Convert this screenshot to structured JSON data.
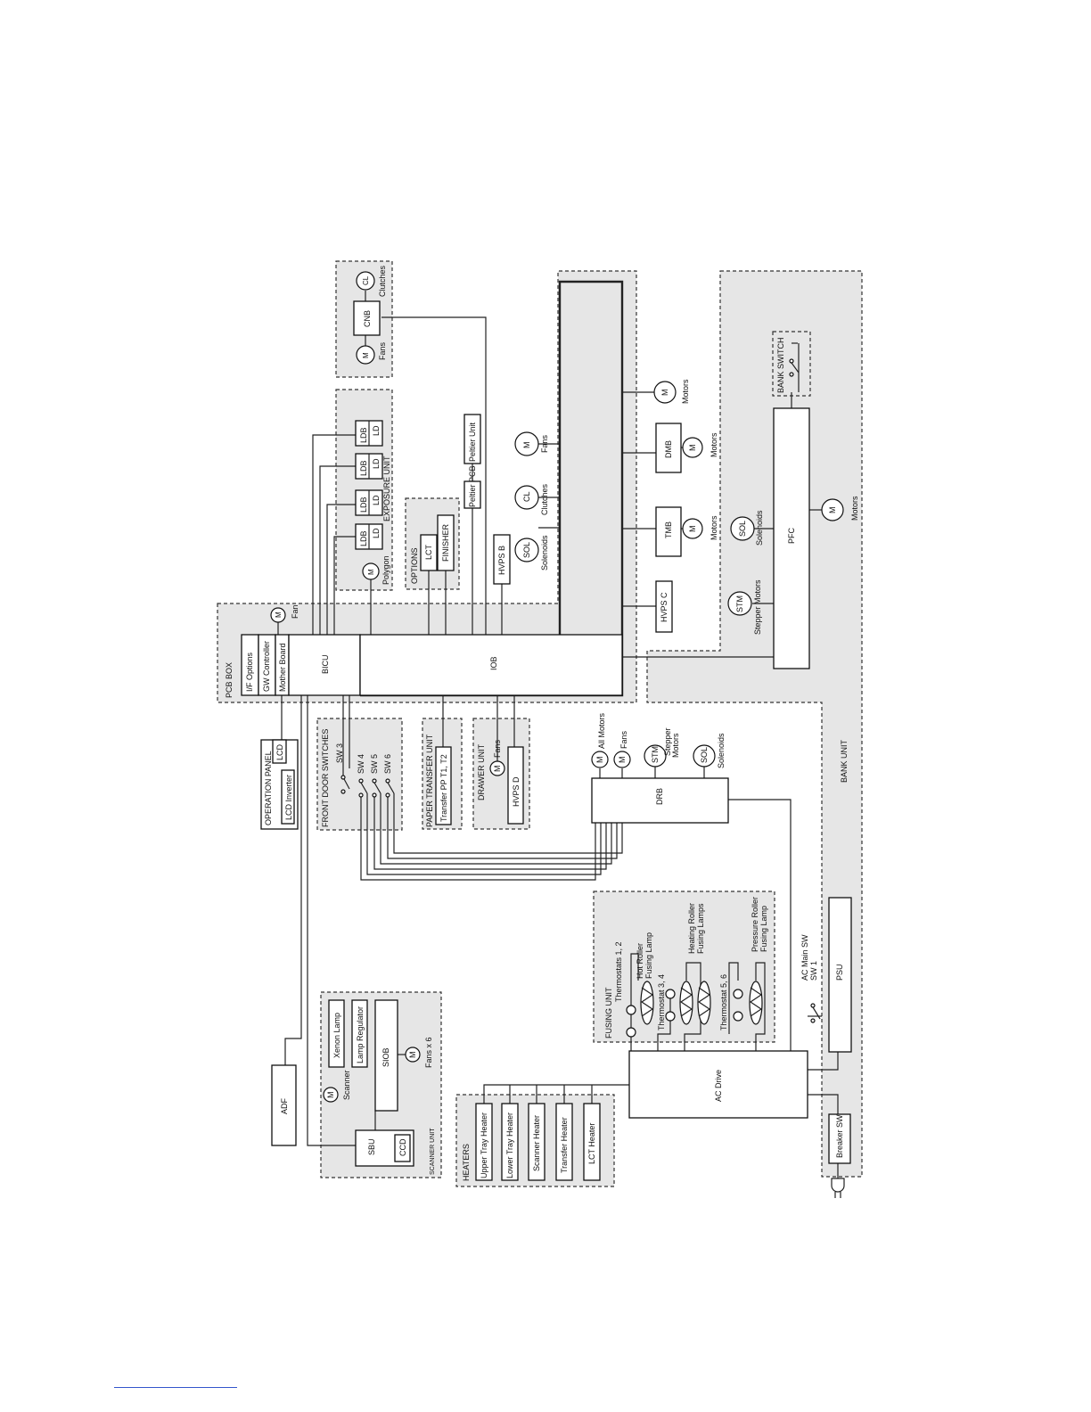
{
  "labels": {
    "pcb_box": "PCB BOX",
    "if_options": "I/F Options",
    "gw_controller": "GW Controller",
    "mother_board": "Mother Board",
    "fan": "Fan",
    "bicu": "BICU",
    "iob": "IOB",
    "exposure_unit": "EXPOSURE UNIT",
    "ldb": "LDB",
    "ld": "LD",
    "polygon": "Polygon",
    "options": "OPTIONS",
    "lct": "LCT",
    "finisher": "FINISHER",
    "peltier_pcb": "Peltier PCB",
    "peltier_unit": "Peltier Unit",
    "hvps_b": "HVPS B",
    "hvps_c": "HVPS C",
    "hvps_d": "HVPS D",
    "sol": "SOL",
    "cl": "CL",
    "m": "M",
    "stm": "STM",
    "solenoids": "Solenoids",
    "clutches": "Clutches",
    "fans": "Fans",
    "motors": "Motors",
    "cnb": "CNB",
    "tmb": "TMB",
    "dmb": "DMB",
    "pfc": "PFC",
    "stepper_motors": "Stepper Motors",
    "bank_switch": "BANK SWITCH",
    "bank_unit": "BANK UNIT",
    "operation_panel": "OPERATION PANEL",
    "lcd": "LCD",
    "lcd_inverter": "LCD Inverter",
    "front_door_switches": "FRONT DOOR SWITCHES",
    "sw3": "SW 3",
    "sw4": "SW 4",
    "sw5": "SW 5",
    "sw6": "SW 6",
    "paper_transfer_unit": "PAPER TRANSFER UNIT",
    "transfer_pp": "Transfer PP T1, T2",
    "drawer_unit": "DRAWER UNIT",
    "drb": "DRB",
    "all_motors": "All Motors",
    "stepper": "Stepper",
    "motors_cap": "Motors",
    "sol_dash": "SOL",
    "fusing_unit": "FUSING UNIT",
    "thermostats_12": "Thermostats 1, 2",
    "hot_roller_1": "Hot Roller",
    "hot_roller_2": "Fusing Lamp",
    "thermostat_34": "Thermostat 3, 4",
    "heating_roller_1": "Heating Roller",
    "heating_roller_2": "Fusing Lamps",
    "thermostat_56": "Thermostat 5, 6",
    "pressure_roller_1": "Pressure Roller",
    "pressure_roller_2": "Fusing Lamp",
    "ac_main_sw": "AC Main SW",
    "sw1": "SW 1",
    "psu": "PSU",
    "ac_drive": "AC Drive",
    "breaker_sw": "Breaker SW",
    "adf": "ADF",
    "scanner_unit": "SCANNER UNIT",
    "scanner": "Scanner",
    "xenon_lamp": "Xenon Lamp",
    "lamp_regulator": "Lamp Regulator",
    "siob": "SIOB",
    "fans_x6": "Fans x 6",
    "sbu": "SBU",
    "ccd": "CCD",
    "heaters": "HEATERS",
    "upper_tray_heater": "Upper Tray Heater",
    "lower_tray_heater": "Lower Tray Heater",
    "scanner_heater": "Scanner Heater",
    "transfer_heater": "Transfer Heater",
    "lct_heater": "LCT Heater"
  }
}
